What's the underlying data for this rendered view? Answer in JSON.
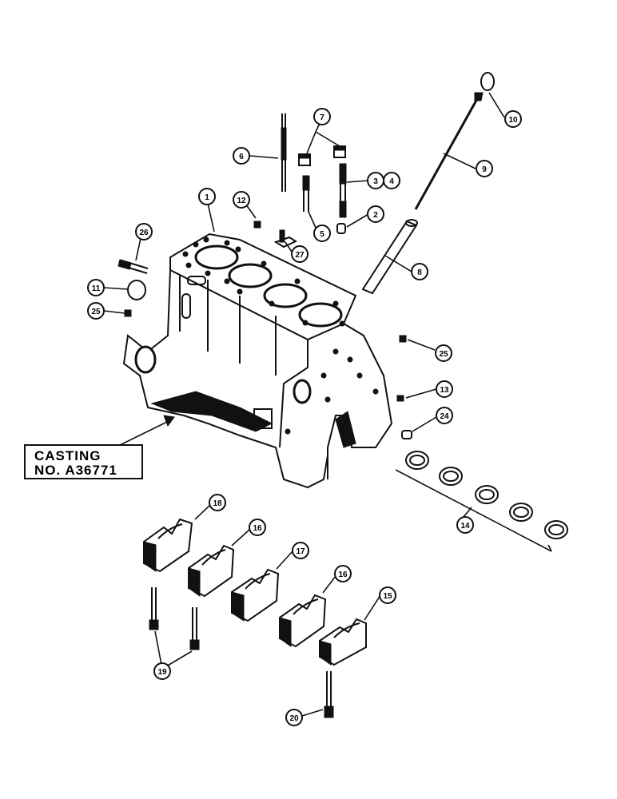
{
  "casting_note": {
    "line1": "CASTING",
    "line2": "NO. A36771"
  },
  "callouts": [
    "1",
    "2",
    "3",
    "4",
    "5",
    "6",
    "7",
    "8",
    "9",
    "10",
    "11",
    "12",
    "13",
    "14",
    "15",
    "16",
    "16",
    "17",
    "18",
    "19",
    "20",
    "24",
    "25",
    "25",
    "26",
    "27"
  ],
  "colors": {
    "ink": "#111111",
    "paper": "#ffffff"
  }
}
